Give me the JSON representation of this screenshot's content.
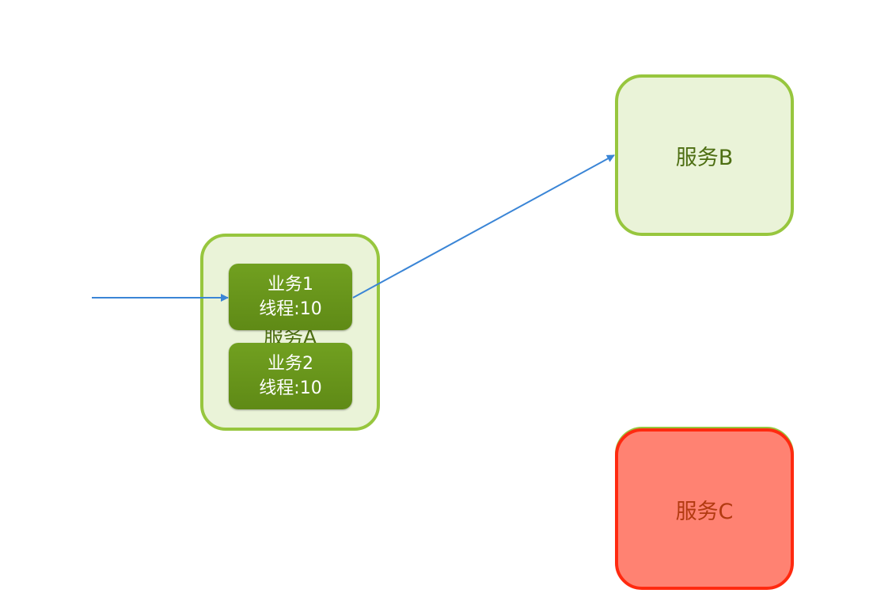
{
  "service_a": {
    "label": "服务A"
  },
  "service_b": {
    "label": "服务B"
  },
  "service_c": {
    "label": "服务C",
    "status_color": "#ff8272"
  },
  "business_1": {
    "name": "业务1",
    "threads": "线程:10"
  },
  "business_2": {
    "name": "业务2",
    "threads": "线程:10"
  },
  "colors": {
    "service_fill": "#eaf3d8",
    "service_border": "#97c63e",
    "business_fill": "#6a9a1c",
    "arrow": "#3a85d6",
    "failed_border": "#ff2a10"
  }
}
